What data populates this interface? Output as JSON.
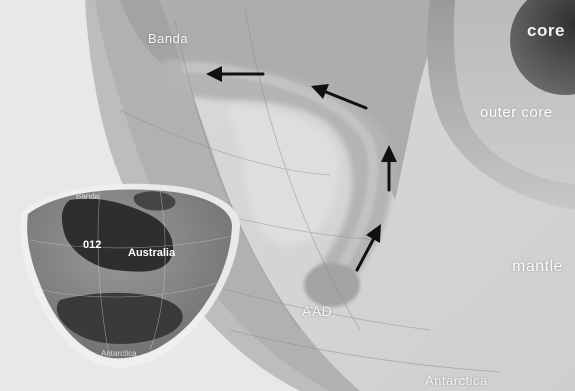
{
  "labels": {
    "core": "core",
    "outer_core": "outer core",
    "mantle": "mantle",
    "banda": "Banda",
    "aad": "AAD",
    "antarctica": "Antarctica"
  },
  "inset": {
    "australia": "Australia",
    "code": "012",
    "banda": "Banda",
    "antarctica": "Antarctica"
  },
  "colors": {
    "background": "#e9e9e9",
    "core": "#4f4f4f",
    "outer_core": "#bdbdbd",
    "mantle": "#d4d4d4",
    "plume": "#b9b9b9",
    "arrow": "#111111"
  }
}
